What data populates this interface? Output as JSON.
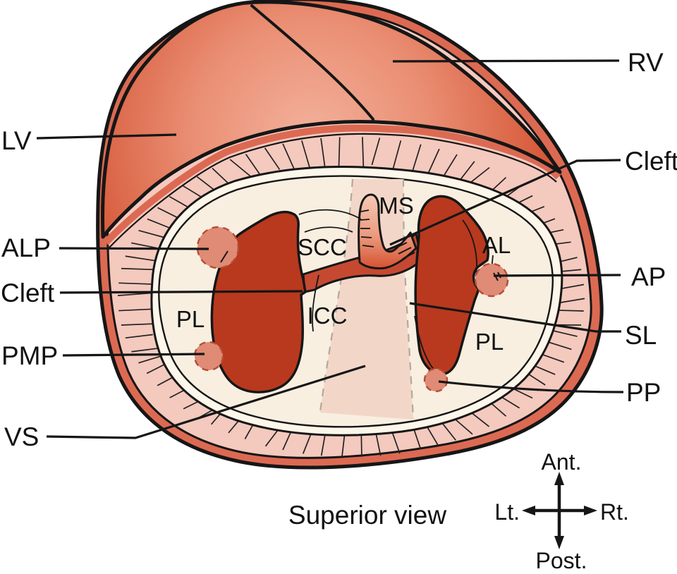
{
  "figure": {
    "caption": "Superior view",
    "left_labels": {
      "lv": "LV",
      "alp": "ALP",
      "cleft": "Cleft",
      "pmp": "PMP",
      "vs": "VS"
    },
    "right_labels": {
      "rv": "RV",
      "cleft": "Cleft",
      "ap": "AP",
      "sl": "SL",
      "pp": "PP"
    },
    "inner_labels": {
      "ms": "MS",
      "scc": "SCC",
      "icc": "ICC",
      "al": "AL",
      "pl_left": "PL",
      "pl_right": "PL"
    },
    "compass": {
      "up": "Ant.",
      "down": "Post.",
      "left": "Lt.",
      "right": "Rt."
    },
    "colors": {
      "outline": "#161616",
      "epicardial_rim": "#dc6a53",
      "myocardium_dark": "#d24d2c",
      "myocardium_light": "#f3b19c",
      "cut_wall_pink": "#f4c9be",
      "annulus_band": "#fdf6ea",
      "valve_plane_cream": "#f8efe1",
      "septal_band": "#f2d7c8",
      "orifice_red": "#b8391e",
      "bridge_red": "#c54931",
      "papillary_fill": "#df8b75",
      "papillary_dash": "#b44d36"
    }
  }
}
